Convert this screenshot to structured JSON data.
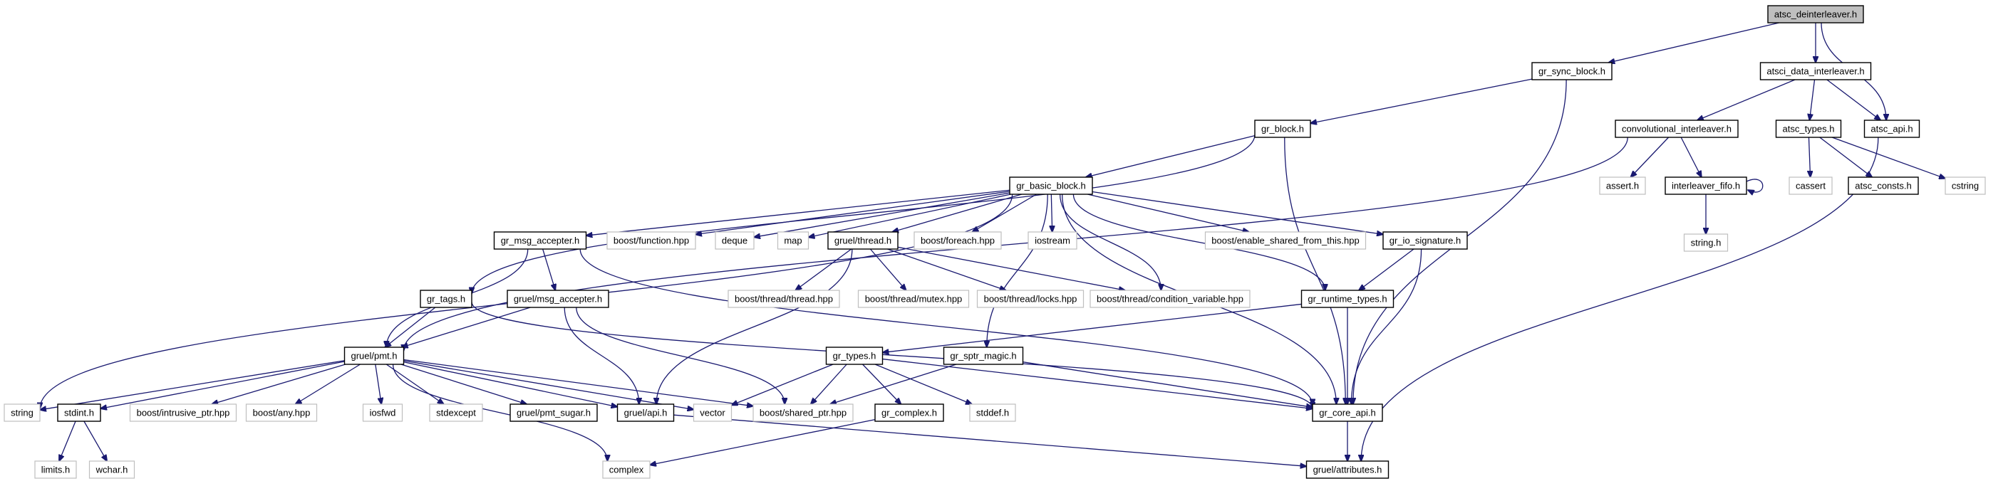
{
  "diagram": {
    "nodes": [
      {
        "id": "atsc_deinterleaver_h",
        "label": "atsc_deinterleaver.h",
        "kind": "root"
      },
      {
        "id": "gr_sync_block_h",
        "label": "gr_sync_block.h",
        "kind": "local"
      },
      {
        "id": "atsci_data_interleaver_h",
        "label": "atsci_data_interleaver.h",
        "kind": "local"
      },
      {
        "id": "atsc_api_h",
        "label": "atsc_api.h",
        "kind": "local"
      },
      {
        "id": "gr_block_h",
        "label": "gr_block.h",
        "kind": "local"
      },
      {
        "id": "convolutional_interleaver_h",
        "label": "convolutional_interleaver.h",
        "kind": "local"
      },
      {
        "id": "atsc_types_h",
        "label": "atsc_types.h",
        "kind": "local"
      },
      {
        "id": "gr_basic_block_h",
        "label": "gr_basic_block.h",
        "kind": "local"
      },
      {
        "id": "assert_h",
        "label": "assert.h",
        "kind": "ext"
      },
      {
        "id": "interleaver_fifo_h",
        "label": "interleaver_fifo.h",
        "kind": "local"
      },
      {
        "id": "cassert",
        "label": "cassert",
        "kind": "ext"
      },
      {
        "id": "atsc_consts_h",
        "label": "atsc_consts.h",
        "kind": "local"
      },
      {
        "id": "cstring",
        "label": "cstring",
        "kind": "ext"
      },
      {
        "id": "string_h",
        "label": "string.h",
        "kind": "ext"
      },
      {
        "id": "gr_msg_accepter_h",
        "label": "gr_msg_accepter.h",
        "kind": "local"
      },
      {
        "id": "boost_function_hpp",
        "label": "boost/function.hpp",
        "kind": "ext"
      },
      {
        "id": "deque",
        "label": "deque",
        "kind": "ext"
      },
      {
        "id": "map",
        "label": "map",
        "kind": "ext"
      },
      {
        "id": "gruel_thread_h",
        "label": "gruel/thread.h",
        "kind": "local"
      },
      {
        "id": "boost_foreach_hpp",
        "label": "boost/foreach.hpp",
        "kind": "ext"
      },
      {
        "id": "iostream",
        "label": "iostream",
        "kind": "ext"
      },
      {
        "id": "boost_enable_shared_hpp",
        "label": "boost/enable_shared_from_this.hpp",
        "kind": "ext"
      },
      {
        "id": "gr_io_signature_h",
        "label": "gr_io_signature.h",
        "kind": "local"
      },
      {
        "id": "boost_thread_thread_hpp",
        "label": "boost/thread/thread.hpp",
        "kind": "ext"
      },
      {
        "id": "boost_thread_mutex_hpp",
        "label": "boost/thread/mutex.hpp",
        "kind": "ext"
      },
      {
        "id": "boost_thread_locks_hpp",
        "label": "boost/thread/locks.hpp",
        "kind": "ext"
      },
      {
        "id": "boost_thread_condvar_hpp",
        "label": "boost/thread/condition_variable.hpp",
        "kind": "ext"
      },
      {
        "id": "gr_tags_h",
        "label": "gr_tags.h",
        "kind": "local"
      },
      {
        "id": "gruel_msg_accepter_h",
        "label": "gruel/msg_accepter.h",
        "kind": "local"
      },
      {
        "id": "gr_runtime_types_h",
        "label": "gr_runtime_types.h",
        "kind": "local"
      },
      {
        "id": "gruel_pmt_h",
        "label": "gruel/pmt.h",
        "kind": "local"
      },
      {
        "id": "gr_types_h",
        "label": "gr_types.h",
        "kind": "local"
      },
      {
        "id": "gr_sptr_magic_h",
        "label": "gr_sptr_magic.h",
        "kind": "local"
      },
      {
        "id": "string",
        "label": "string",
        "kind": "ext"
      },
      {
        "id": "stdint_h",
        "label": "stdint.h",
        "kind": "local"
      },
      {
        "id": "boost_intrusive_ptr_hpp",
        "label": "boost/intrusive_ptr.hpp",
        "kind": "ext"
      },
      {
        "id": "boost_any_hpp",
        "label": "boost/any.hpp",
        "kind": "ext"
      },
      {
        "id": "iosfwd",
        "label": "iosfwd",
        "kind": "ext"
      },
      {
        "id": "stdexcept",
        "label": "stdexcept",
        "kind": "ext"
      },
      {
        "id": "gruel_pmt_sugar_h",
        "label": "gruel/pmt_sugar.h",
        "kind": "local"
      },
      {
        "id": "gruel_api_h",
        "label": "gruel/api.h",
        "kind": "local"
      },
      {
        "id": "vector",
        "label": "vector",
        "kind": "ext"
      },
      {
        "id": "boost_shared_ptr_hpp",
        "label": "boost/shared_ptr.hpp",
        "kind": "ext"
      },
      {
        "id": "gr_complex_h",
        "label": "gr_complex.h",
        "kind": "local"
      },
      {
        "id": "stddef_h",
        "label": "stddef.h",
        "kind": "ext"
      },
      {
        "id": "gr_core_api_h",
        "label": "gr_core_api.h",
        "kind": "local"
      },
      {
        "id": "limits_h",
        "label": "limits.h",
        "kind": "ext"
      },
      {
        "id": "wchar_h",
        "label": "wchar.h",
        "kind": "ext"
      },
      {
        "id": "complex",
        "label": "complex",
        "kind": "ext"
      },
      {
        "id": "gruel_attributes_h",
        "label": "gruel/attributes.h",
        "kind": "local"
      }
    ],
    "edges": [
      [
        "atsc_deinterleaver_h",
        "gr_sync_block_h"
      ],
      [
        "atsc_deinterleaver_h",
        "atsci_data_interleaver_h"
      ],
      [
        "atsc_deinterleaver_h",
        "atsc_api_h"
      ],
      [
        "gr_sync_block_h",
        "gr_block_h"
      ],
      [
        "gr_sync_block_h",
        "gr_core_api_h"
      ],
      [
        "atsci_data_interleaver_h",
        "convolutional_interleaver_h"
      ],
      [
        "atsci_data_interleaver_h",
        "atsc_types_h"
      ],
      [
        "atsci_data_interleaver_h",
        "atsc_api_h"
      ],
      [
        "atsc_api_h",
        "gruel_attributes_h"
      ],
      [
        "gr_block_h",
        "gr_basic_block_h"
      ],
      [
        "gr_block_h",
        "gr_tags_h"
      ],
      [
        "gr_block_h",
        "gr_core_api_h"
      ],
      [
        "convolutional_interleaver_h",
        "assert_h"
      ],
      [
        "convolutional_interleaver_h",
        "interleaver_fifo_h"
      ],
      [
        "convolutional_interleaver_h",
        "gruel_pmt_h"
      ],
      [
        "atsc_types_h",
        "cassert"
      ],
      [
        "atsc_types_h",
        "atsc_consts_h"
      ],
      [
        "atsc_types_h",
        "cstring"
      ],
      [
        "interleaver_fifo_h",
        "string_h"
      ],
      [
        "interleaver_fifo_h",
        "interleaver_fifo_h"
      ],
      [
        "gr_basic_block_h",
        "gr_msg_accepter_h"
      ],
      [
        "gr_basic_block_h",
        "boost_function_hpp"
      ],
      [
        "gr_basic_block_h",
        "deque"
      ],
      [
        "gr_basic_block_h",
        "map"
      ],
      [
        "gr_basic_block_h",
        "gruel_thread_h"
      ],
      [
        "gr_basic_block_h",
        "boost_foreach_hpp"
      ],
      [
        "gr_basic_block_h",
        "iostream"
      ],
      [
        "gr_basic_block_h",
        "boost_enable_shared_hpp"
      ],
      [
        "gr_basic_block_h",
        "gr_io_signature_h"
      ],
      [
        "gr_basic_block_h",
        "string"
      ],
      [
        "gr_basic_block_h",
        "gr_runtime_types_h"
      ],
      [
        "gr_basic_block_h",
        "boost_thread_condvar_hpp"
      ],
      [
        "gr_basic_block_h",
        "gr_sptr_magic_h"
      ],
      [
        "gr_basic_block_h",
        "gr_core_api_h"
      ],
      [
        "gr_msg_accepter_h",
        "gruel_msg_accepter_h"
      ],
      [
        "gr_msg_accepter_h",
        "gruel_pmt_h"
      ],
      [
        "gr_msg_accepter_h",
        "gr_core_api_h"
      ],
      [
        "gruel_thread_h",
        "boost_thread_thread_hpp"
      ],
      [
        "gruel_thread_h",
        "boost_thread_mutex_hpp"
      ],
      [
        "gruel_thread_h",
        "boost_thread_locks_hpp"
      ],
      [
        "gruel_thread_h",
        "boost_thread_condvar_hpp"
      ],
      [
        "gruel_thread_h",
        "gruel_api_h"
      ],
      [
        "gr_io_signature_h",
        "gr_runtime_types_h"
      ],
      [
        "gr_io_signature_h",
        "gr_core_api_h"
      ],
      [
        "gr_tags_h",
        "gruel_pmt_h"
      ],
      [
        "gr_tags_h",
        "gr_core_api_h"
      ],
      [
        "gruel_msg_accepter_h",
        "gruel_pmt_h"
      ],
      [
        "gruel_msg_accepter_h",
        "gruel_api_h"
      ],
      [
        "gruel_msg_accepter_h",
        "boost_shared_ptr_hpp"
      ],
      [
        "gr_runtime_types_h",
        "gr_types_h"
      ],
      [
        "gr_runtime_types_h",
        "gr_core_api_h"
      ],
      [
        "gruel_pmt_h",
        "string"
      ],
      [
        "gruel_pmt_h",
        "stdint_h"
      ],
      [
        "gruel_pmt_h",
        "boost_intrusive_ptr_hpp"
      ],
      [
        "gruel_pmt_h",
        "boost_any_hpp"
      ],
      [
        "gruel_pmt_h",
        "iosfwd"
      ],
      [
        "gruel_pmt_h",
        "stdexcept"
      ],
      [
        "gruel_pmt_h",
        "gruel_pmt_sugar_h"
      ],
      [
        "gruel_pmt_h",
        "gruel_api_h"
      ],
      [
        "gruel_pmt_h",
        "vector"
      ],
      [
        "gruel_pmt_h",
        "boost_shared_ptr_hpp"
      ],
      [
        "gruel_pmt_h",
        "complex"
      ],
      [
        "gr_types_h",
        "vector"
      ],
      [
        "gr_types_h",
        "boost_shared_ptr_hpp"
      ],
      [
        "gr_types_h",
        "gr_complex_h"
      ],
      [
        "gr_types_h",
        "stddef_h"
      ],
      [
        "gr_types_h",
        "gr_core_api_h"
      ],
      [
        "gr_sptr_magic_h",
        "boost_shared_ptr_hpp"
      ],
      [
        "gr_sptr_magic_h",
        "gr_core_api_h"
      ],
      [
        "stdint_h",
        "limits_h"
      ],
      [
        "stdint_h",
        "wchar_h"
      ],
      [
        "gruel_api_h",
        "gruel_attributes_h"
      ],
      [
        "gr_complex_h",
        "complex"
      ],
      [
        "gr_core_api_h",
        "gruel_attributes_h"
      ]
    ]
  }
}
